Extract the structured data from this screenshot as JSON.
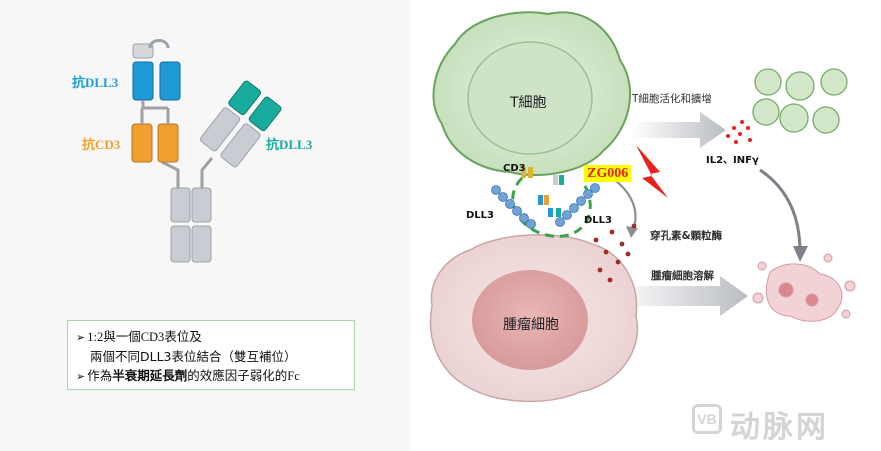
{
  "antibody": {
    "label_dll3_top": "抗DLL3",
    "label_cd3": "抗CD3",
    "label_dll3_right": "抗DLL3"
  },
  "info_box": {
    "line1": "1:2與一個CD3表位及",
    "line2": "兩個不同DLL3表位結合（雙互補位）",
    "line3_prefix": "作為",
    "line3_bold": "半衰期延長劑",
    "line3_suffix": "的效應因子弱化的Fc"
  },
  "mechanism": {
    "t_cell": "T細胞",
    "tumor_cell": "腫瘤細胞",
    "cd3": "CD3",
    "dll3_left": "DLL3",
    "dll3_right": "DLL3",
    "drug": "ZG006",
    "activation": "T細胞活化和擴增",
    "cytokines": "IL2、INFγ",
    "perforin": "穿孔素&顆粒酶",
    "lysis": "腫瘤細胞溶解"
  },
  "colors": {
    "blue_domain": "#1e9bd7",
    "orange_domain": "#f0a030",
    "teal_domain": "#1aab9f",
    "gray_domain": "#c9ccd2",
    "t_cell_fill": "#d6e9cf",
    "tumor_fill": "#f3dede",
    "drug_text": "#e8211d",
    "highlight": "#ffff00"
  },
  "watermark": {
    "logo": "VB",
    "text": "动脉网"
  }
}
